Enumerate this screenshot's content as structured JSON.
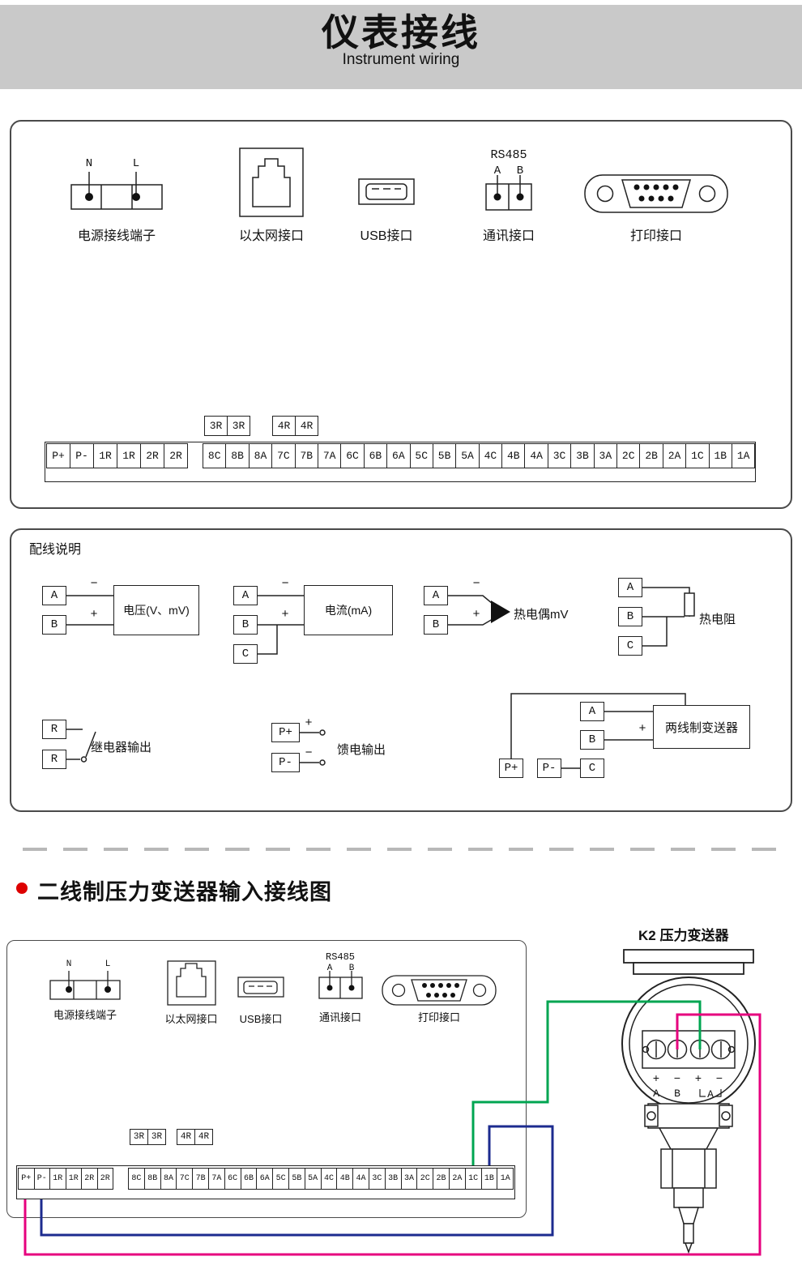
{
  "header": {
    "title": "仪表接线",
    "subtitle": "Instrument wiring"
  },
  "ports": {
    "power": {
      "label": "电源接线端子",
      "pin_n": "N",
      "pin_l": "L"
    },
    "ethernet": {
      "label": "以太网接口"
    },
    "usb": {
      "label": "USB接口"
    },
    "comm": {
      "label": "通讯接口",
      "bus": "RS485",
      "pin_a": "A",
      "pin_b": "B"
    },
    "printer": {
      "label": "打印接口"
    }
  },
  "terminals": {
    "relay3": [
      "3R",
      "3R"
    ],
    "relay4": [
      "4R",
      "4R"
    ],
    "left": [
      "P+",
      "P-",
      "1R",
      "1R",
      "2R",
      "2R"
    ],
    "main": [
      "8C",
      "8B",
      "8A",
      "7C",
      "7B",
      "7A",
      "6C",
      "6B",
      "6A",
      "5C",
      "5B",
      "5A",
      "4C",
      "4B",
      "4A",
      "3C",
      "3B",
      "3A",
      "2C",
      "2B",
      "2A",
      "1C",
      "1B",
      "1A"
    ]
  },
  "wiring": {
    "title": "配线说明",
    "voltage": {
      "a": "A",
      "b": "B",
      "minus": "−",
      "plus": "+",
      "label": "电压(V、mV)"
    },
    "current": {
      "a": "A",
      "b": "B",
      "c": "C",
      "minus": "−",
      "plus": "+",
      "label": "电流(mA)"
    },
    "thermocouple": {
      "a": "A",
      "b": "B",
      "minus": "−",
      "plus": "+",
      "label": "热电偶mV"
    },
    "rtd": {
      "a": "A",
      "b": "B",
      "c": "C",
      "label": "热电阻"
    },
    "relay": {
      "r1": "R",
      "r2": "R",
      "label": "继电器输出"
    },
    "feed": {
      "pplus": "P+",
      "pminus": "P-",
      "plus": "+",
      "minus": "−",
      "label": "馈电输出"
    },
    "two_wire": {
      "pplus": "P+",
      "pminus": "P-",
      "a": "A",
      "b": "B",
      "c": "C",
      "plus": "+",
      "label": "两线制变送器"
    }
  },
  "section2": {
    "title": "二线制压力变送器输入接线图"
  },
  "k2": {
    "title": "K2 压力变送器",
    "signs": [
      "+",
      "−",
      "+",
      "−"
    ],
    "names": [
      "A",
      "B",
      "A"
    ]
  },
  "colors": {
    "green": "#00a551",
    "magenta": "#e6007e",
    "blue": "#1c2b8f",
    "accent_red": "#dd0000"
  }
}
